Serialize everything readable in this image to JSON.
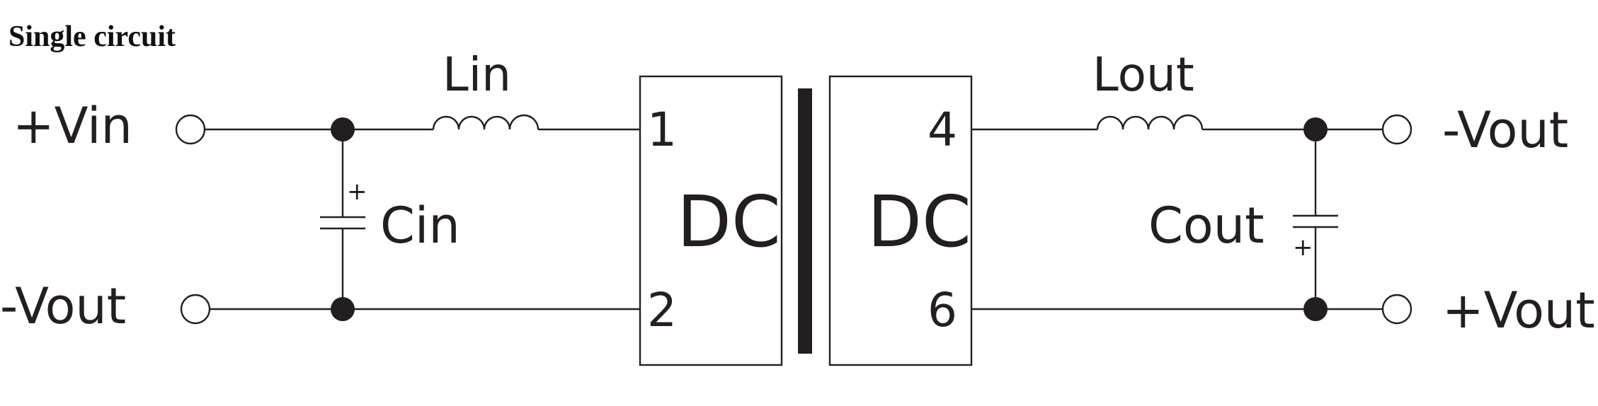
{
  "title": "Single circuit",
  "input": {
    "pos_terminal": "+Vin",
    "neg_terminal": "-Vout",
    "inductor": "Lin",
    "capacitor": "Cin",
    "cap_polarity": "+"
  },
  "converter": {
    "left_block": {
      "label": "DC",
      "pins": [
        "1",
        "2"
      ]
    },
    "right_block": {
      "label": "DC",
      "pins": [
        "4",
        "6"
      ]
    }
  },
  "output": {
    "top_terminal": "-Vout",
    "bottom_terminal": "+Vout",
    "inductor": "Lout",
    "capacitor": "Cout",
    "cap_polarity": "+"
  }
}
